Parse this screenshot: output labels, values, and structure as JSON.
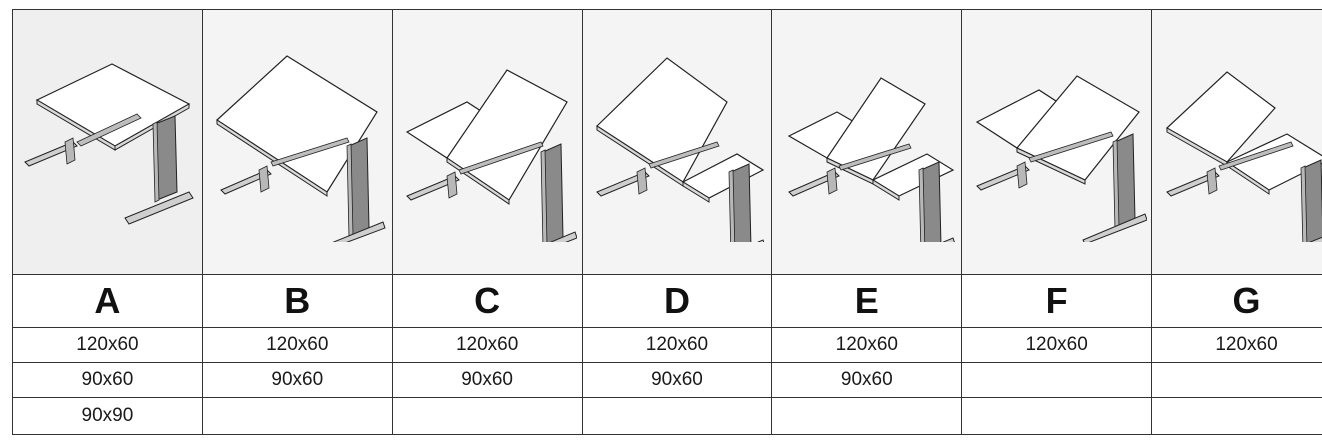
{
  "columns": [
    {
      "letter": "A",
      "variant": "single",
      "sizes": [
        "120x60",
        "90x60",
        "90x90"
      ]
    },
    {
      "letter": "B",
      "variant": "tilted",
      "sizes": [
        "120x60",
        "90x60",
        ""
      ]
    },
    {
      "letter": "C",
      "variant": "split-tilt",
      "sizes": [
        "120x60",
        "90x60",
        ""
      ]
    },
    {
      "letter": "D",
      "variant": "tilt-with-side",
      "sizes": [
        "120x60",
        "90x60",
        ""
      ]
    },
    {
      "letter": "E",
      "variant": "split-with-side",
      "sizes": [
        "120x60",
        "90x60",
        ""
      ]
    },
    {
      "letter": "F",
      "variant": "split-tilt-wide",
      "sizes": [
        "120x60",
        "",
        ""
      ]
    },
    {
      "letter": "G",
      "variant": "tilt-with-side-wide",
      "sizes": [
        "120x60",
        "",
        ""
      ]
    }
  ]
}
